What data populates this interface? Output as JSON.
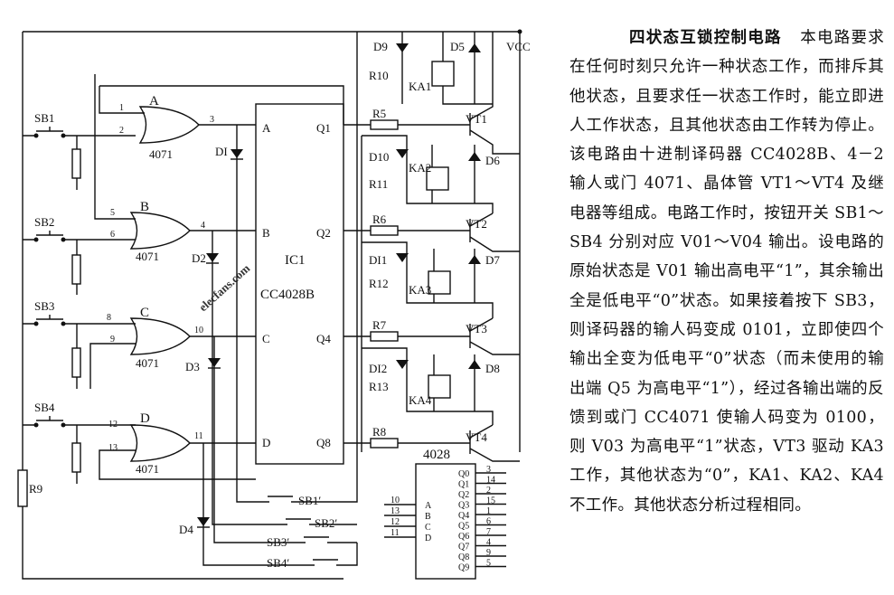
{
  "watermark": "elecfans.com",
  "switches": {
    "sb1": "SB1",
    "sb2": "SB2",
    "sb3": "SB3",
    "sb4": "SB4",
    "sb1p": "SB1′",
    "sb2p": "SB2′",
    "sb3p": "SB3′",
    "sb4p": "SB4′"
  },
  "gates": [
    {
      "name": "A",
      "type": "4071",
      "in1": "1",
      "in2": "2",
      "out": "3"
    },
    {
      "name": "B",
      "type": "4071",
      "in1": "5",
      "in2": "6",
      "out": "4"
    },
    {
      "name": "C",
      "type": "4071",
      "in1": "8",
      "in2": "9",
      "out": "10"
    },
    {
      "name": "D",
      "type": "4071",
      "in1": "12",
      "in2": "13",
      "out": "11"
    }
  ],
  "ic1": {
    "ref": "IC1",
    "part": "CC4028B",
    "inputs": [
      "A",
      "B",
      "C",
      "D"
    ],
    "outputs": [
      "Q1",
      "Q2",
      "Q4",
      "Q8"
    ]
  },
  "diodes": {
    "d1": "DI",
    "d2": "D2",
    "d3": "D3",
    "d4": "D4",
    "d5": "D5",
    "d6": "D6",
    "d7": "D7",
    "d8": "D8",
    "d9": "D9",
    "d10": "D10",
    "d11": "DI1",
    "d12": "DI2"
  },
  "resistors": {
    "r5": "R5",
    "r6": "R6",
    "r7": "R7",
    "r8": "R8",
    "r9": "R9",
    "r10": "R10",
    "r11": "R11",
    "r12": "R12",
    "r13": "R13"
  },
  "relays": [
    "KA1",
    "KA2",
    "KA3",
    "KA4"
  ],
  "transistors": [
    "VT1",
    "VT2",
    "VT3",
    "VT4"
  ],
  "vcc": "VCC",
  "pinout": {
    "title": "4028",
    "inputs": [
      {
        "label": "A",
        "pin": "10"
      },
      {
        "label": "B",
        "pin": "13"
      },
      {
        "label": "C",
        "pin": "12"
      },
      {
        "label": "D",
        "pin": "11"
      }
    ],
    "outputs": [
      {
        "label": "Q0",
        "pin": "3"
      },
      {
        "label": "Q1",
        "pin": "14"
      },
      {
        "label": "Q2",
        "pin": "2"
      },
      {
        "label": "Q3",
        "pin": "15"
      },
      {
        "label": "Q4",
        "pin": "1"
      },
      {
        "label": "Q5",
        "pin": "6"
      },
      {
        "label": "Q6",
        "pin": "7"
      },
      {
        "label": "Q7",
        "pin": "4"
      },
      {
        "label": "Q8",
        "pin": "9"
      },
      {
        "label": "Q9",
        "pin": "5"
      }
    ]
  },
  "description": {
    "title": "四状态互锁控制电路",
    "body": "本电路要求在任何时刻只允许一种状态工作，而排斥其他状态，且要求任一状态工作时，能立即进人工作状态，且其他状态由工作转为停止。该电路由十进制译码器 CC4028B、4－2 输人或门 4071、晶体管 VT1～VT4 及继电器等组成。电路工作时，按钮开关 SB1～SB4 分别对应 V01～V04 输出。设电路的原始状态是 V01 输出高电平“1”，其余输出全是低电平“0”状态。如果接着按下 SB3，则译码器的输人码变成 0101，立即使四个输出全变为低电平“0”状态（而未使用的输出端 Q5 为高电平“1”），经过各输出端的反馈到或门 CC4071 使输人码变为 0100，则 V03 为高电平“1”状态，VT3 驱动 KA3 工作，其他状态为“0”，KA1、KA2、KA4 不工作。其他状态分析过程相同。"
  }
}
